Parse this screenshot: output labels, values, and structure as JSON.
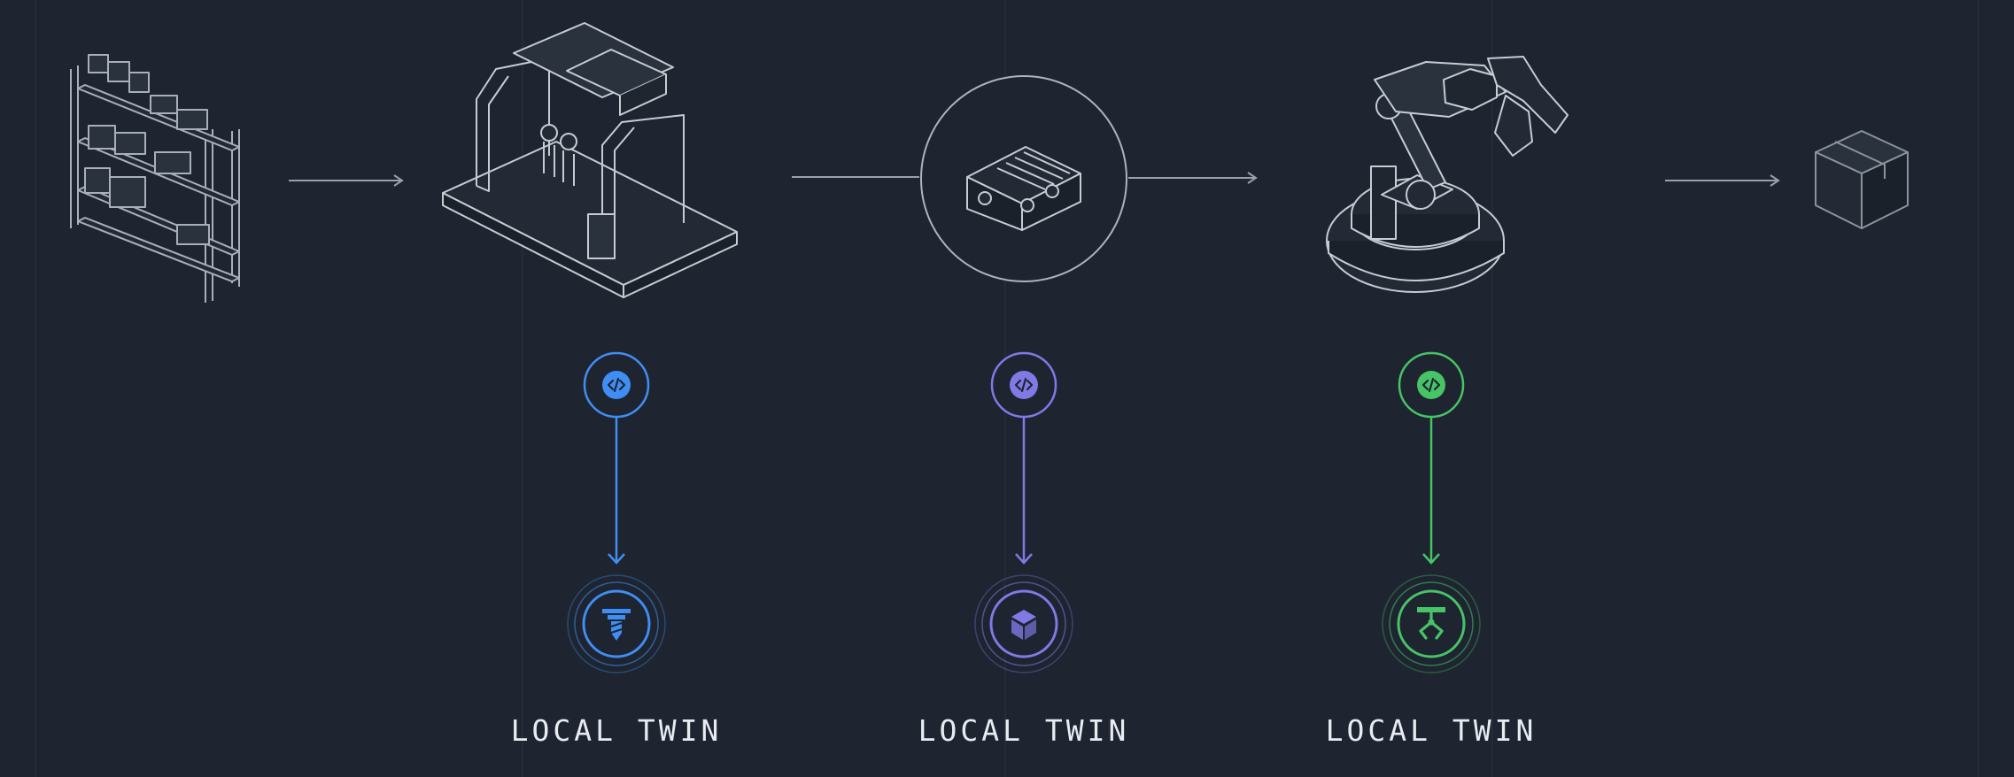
{
  "pipeline": {
    "stations": [
      {
        "name": "storage-rack"
      },
      {
        "name": "gantry-machine"
      },
      {
        "name": "sensor-module"
      },
      {
        "name": "robot-arm"
      },
      {
        "name": "output-box"
      }
    ],
    "twins": [
      {
        "label": "LOCAL TWIN",
        "color": "#3f8ef5",
        "badge_icon": "code-icon",
        "twin_icon": "drill-bit-icon"
      },
      {
        "label": "LOCAL TWIN",
        "color": "#8079e6",
        "badge_icon": "code-icon",
        "twin_icon": "cube-icon"
      },
      {
        "label": "LOCAL TWIN",
        "color": "#46c466",
        "badge_icon": "code-icon",
        "twin_icon": "gripper-icon"
      }
    ]
  },
  "colors": {
    "background": "#1e2530",
    "line_art": "#c7ccd4",
    "connector": "#9aa1ab"
  }
}
